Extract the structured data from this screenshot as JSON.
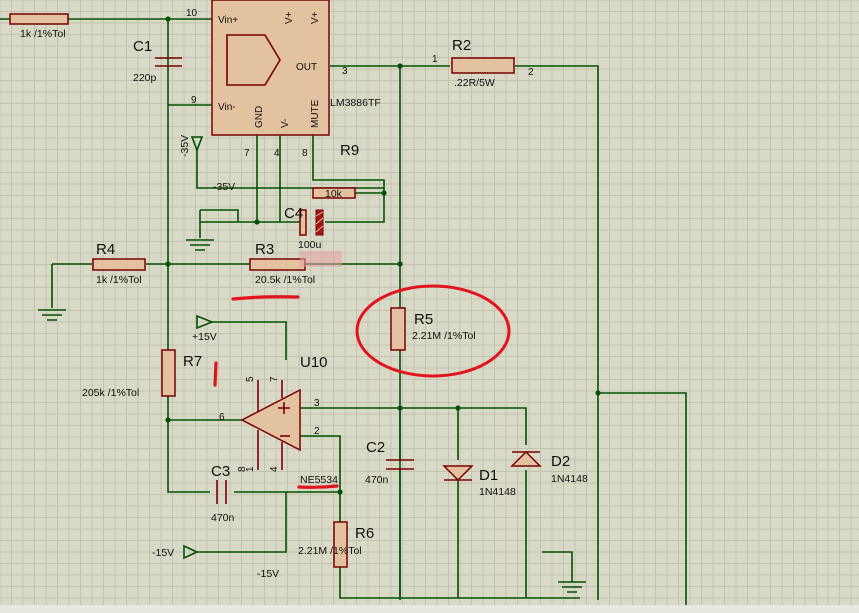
{
  "schematic": {
    "top_left_resistor_value": "1k /1%Tol",
    "c1": {
      "ref": "C1",
      "value": "220p"
    },
    "u_main": {
      "part": "LM3886TF",
      "pins": {
        "vin_plus": "Vin+",
        "vin_minus": "Vin-",
        "gnd": "GND",
        "v_minus": "V-",
        "mute": "MUTE",
        "out": "OUT",
        "v_plus_a": "V+",
        "v_plus_b": "V+"
      },
      "pin_numbers": {
        "p10": "10",
        "p9": "9",
        "p3": "3",
        "p7": "7",
        "p4": "4",
        "p8": "8"
      }
    },
    "r2": {
      "ref": "R2",
      "value": ".22R/5W",
      "pin1": "1",
      "pin2": "2"
    },
    "r9": {
      "ref": "R9",
      "value": "10k"
    },
    "c4": {
      "ref": "C4",
      "value": "100u"
    },
    "rail_neg35_a": "-35V",
    "rail_neg35_b": "-35V",
    "r4": {
      "ref": "R4",
      "value": "1k /1%Tol"
    },
    "r3": {
      "ref": "R3",
      "value": "20.5k /1%Tol"
    },
    "r5": {
      "ref": "R5",
      "value": "2.21M /1%Tol"
    },
    "rail_pos15": "+15V",
    "r7": {
      "ref": "R7",
      "value": "205k /1%Tol"
    },
    "u10": {
      "ref": "U10",
      "part": "NE5534",
      "pin_numbers": {
        "p5": "5",
        "p7": "7",
        "p6": "6",
        "p3": "3",
        "p2": "2",
        "p8": "8",
        "p1": "1",
        "p4": "4"
      }
    },
    "c3": {
      "ref": "C3",
      "value": "470n"
    },
    "c2": {
      "ref": "C2",
      "value": "470n"
    },
    "d1": {
      "ref": "D1",
      "value": "1N4148"
    },
    "d2": {
      "ref": "D2",
      "value": "1N4148"
    },
    "r6": {
      "ref": "R6",
      "value": "2.21M /1%Tol"
    },
    "rail_neg15_a": "-15V",
    "rail_neg15_b": "-15V"
  },
  "colors": {
    "background": "#d9d9c8",
    "grid": "#c2c2ae",
    "wire": "#005200",
    "component_outline": "#7a0000",
    "component_fill": "#e3c39f",
    "annotation": "#e0141a"
  }
}
